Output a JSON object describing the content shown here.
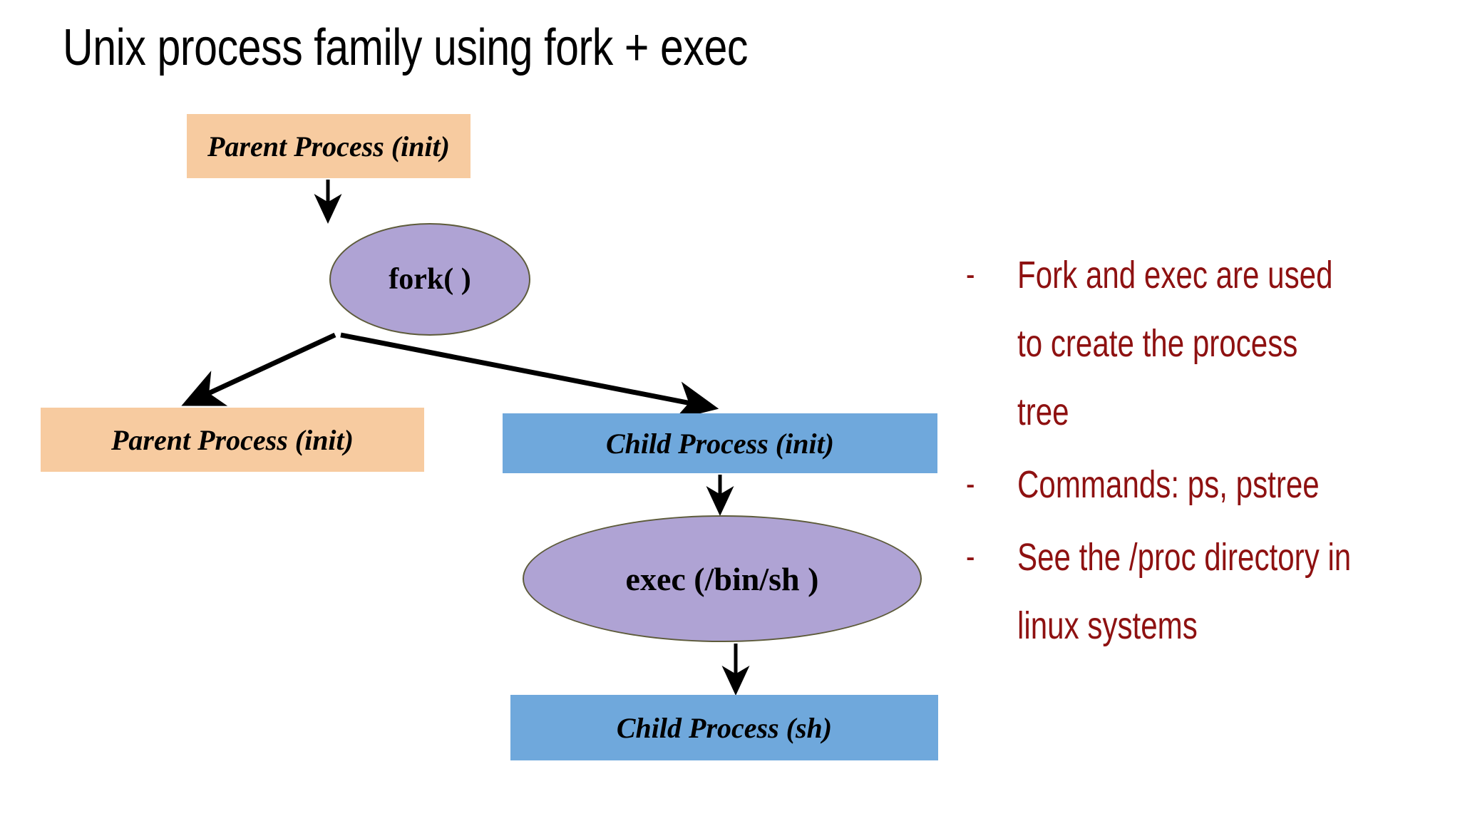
{
  "slide": {
    "title": "Unix process family using fork + exec",
    "background": "#FFFFFF"
  },
  "colors": {
    "process_orange": "#F7CBA0",
    "process_blue": "#6FA8DC",
    "call_purple": "#AFA3D4",
    "ellipse_border": "#5D5B3A",
    "arrow": "#000000",
    "bullet_text": "#8E1111",
    "title_text": "#000000"
  },
  "diagram": {
    "nodes": [
      {
        "id": "parent-top",
        "label": "Parent Process (init)",
        "shape": "box",
        "fill": "#F7CBA0"
      },
      {
        "id": "fork",
        "label": "fork( )",
        "shape": "ellipse",
        "fill": "#AFA3D4"
      },
      {
        "id": "parent-left",
        "label": "Parent Process (init)",
        "shape": "box",
        "fill": "#F7CBA0"
      },
      {
        "id": "child-init",
        "label": "Child Process (init)",
        "shape": "box",
        "fill": "#6FA8DC"
      },
      {
        "id": "exec",
        "label": "exec (/bin/sh )",
        "shape": "ellipse",
        "fill": "#AFA3D4"
      },
      {
        "id": "child-sh",
        "label": "Child Process (sh)",
        "shape": "box",
        "fill": "#6FA8DC"
      }
    ],
    "edges": [
      {
        "from": "parent-top",
        "to": "fork",
        "style": "arrow-down"
      },
      {
        "from": "fork",
        "to": "parent-left",
        "style": "arrow-diagonal-left"
      },
      {
        "from": "fork",
        "to": "child-init",
        "style": "arrow-diagonal-right"
      },
      {
        "from": "child-init",
        "to": "exec",
        "style": "arrow-down"
      },
      {
        "from": "exec",
        "to": "child-sh",
        "style": "arrow-down"
      }
    ]
  },
  "notes": {
    "bullet_marker": "-",
    "items": [
      "Fork and exec are used to create the process tree",
      "Commands: ps, pstree",
      "See the /proc directory in linux systems"
    ]
  }
}
